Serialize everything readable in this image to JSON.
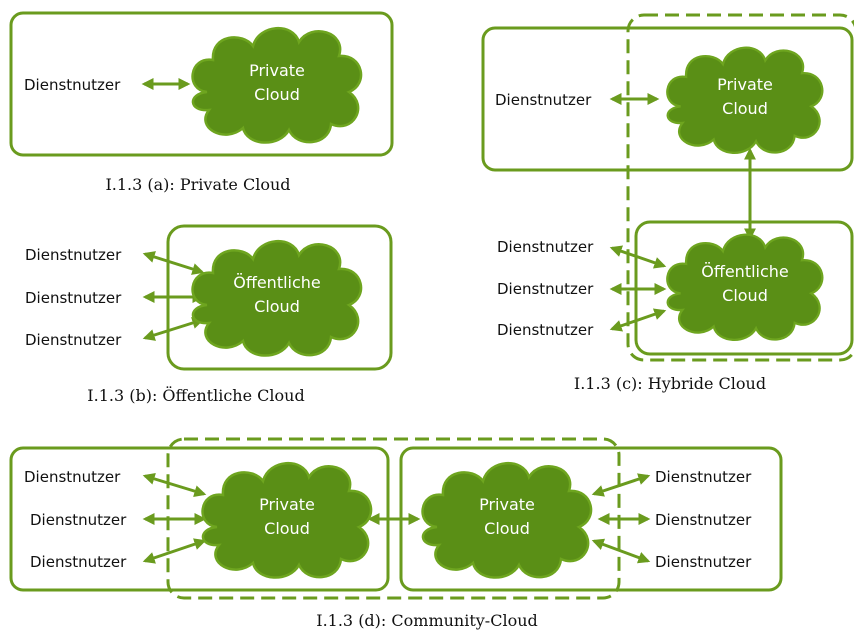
{
  "colors": {
    "accent": "#6a9b1e",
    "cloud_fill": "#5a8f16"
  },
  "labels": {
    "user": "Dienstnutzer",
    "private": "Private",
    "cloud": "Cloud",
    "public": "Öffentliche"
  },
  "captions": {
    "a": "I.1.3 (a): Private Cloud",
    "b": "I.1.3 (b): Öffentliche Cloud",
    "c": "I.1.3 (c): Hybride Cloud",
    "d": "I.1.3 (d): Community-Cloud"
  }
}
